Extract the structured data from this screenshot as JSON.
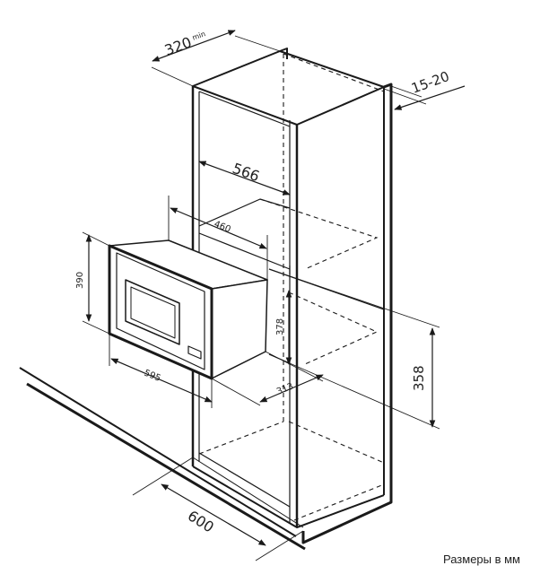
{
  "dimensions": {
    "depth_min": {
      "value": "320",
      "suffix": "min"
    },
    "gap": "15-20",
    "inner_width": "566",
    "appliance_depth": "460",
    "appliance_height": "390",
    "appliance_width": "595",
    "cutout_height": "378",
    "cutout_width": "313",
    "niche_height": "358",
    "cabinet_width": "600"
  },
  "caption": "Размеры в мм",
  "colors": {
    "line": "#1a1a1a"
  }
}
